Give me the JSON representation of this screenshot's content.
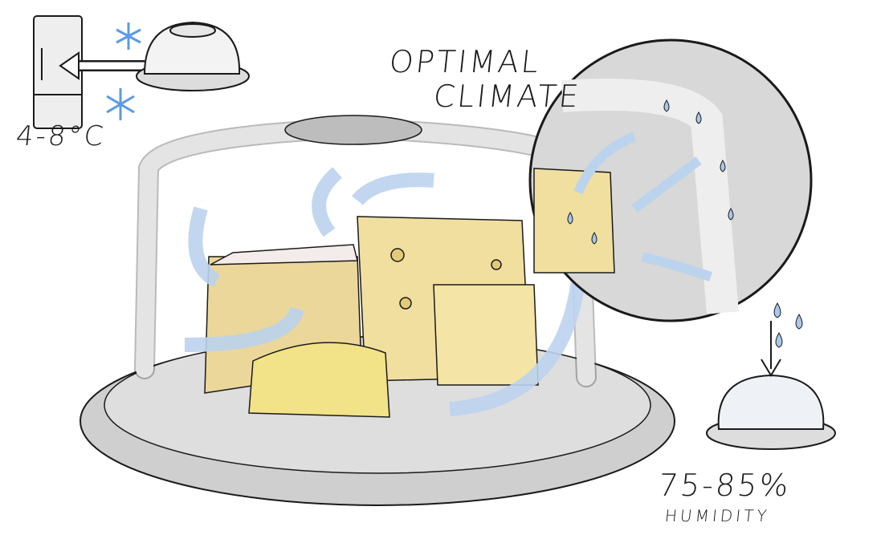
{
  "temperature_label": "4-8°C",
  "climate_label_line1": "OPTIMAL",
  "climate_label_line2": "CLIMATE",
  "humidity_value": "75-85%",
  "humidity_label": "HUMIDITY",
  "colors": {
    "ink": "#1a1a1a",
    "airflow": "#bcd3ee",
    "snowflake": "#5b9ae6",
    "droplet": "#a9c8ea",
    "cheese": "#f1dfa0",
    "dome": "#d9d9d9"
  }
}
